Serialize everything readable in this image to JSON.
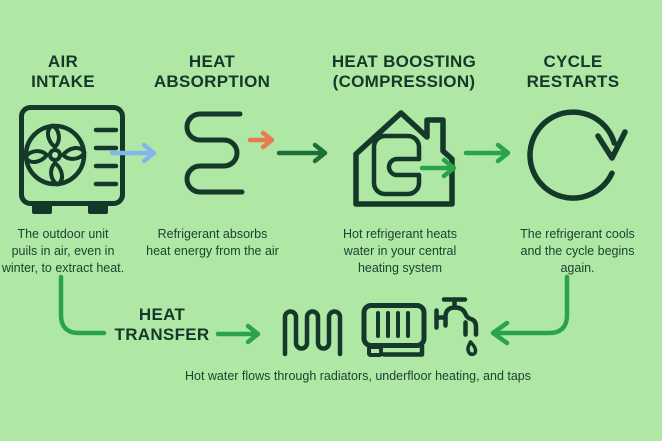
{
  "colors": {
    "bg": "#afe8a5",
    "ink": "#14392a",
    "text": "#1a4330",
    "arrow-blue": "#84b6ee",
    "arrow-orange": "#e87a50",
    "arrow-green": "#2ba34b",
    "arrow-green-dark": "#1d6f38"
  },
  "stages": [
    {
      "title": "AIR\nINTAKE",
      "description": "The outdoor unit\npuils in air, even in\nwinter, to extract heat.",
      "icon": "outdoor-unit-icon"
    },
    {
      "title": "HEAT\nABSORPTION",
      "description": "Refrigerant absorbs\nheat energy from the air",
      "icon": "refrigerant-coil-icon"
    },
    {
      "title": "HEAT BOOSTING\n(COMPRESSION)",
      "description": "Hot refrigerant heats\nwater in your central\nheating system",
      "icon": "house-heating-coil-icon"
    },
    {
      "title": "CYCLE\nRESTARTS",
      "description": "The refrigerant cools\nand the cycle begins\nagain.",
      "icon": "cycle-restart-icon"
    }
  ],
  "heat_transfer": {
    "title": "HEAT\nTRANSFER",
    "caption": "Hot water flows through radiators, underfloor heating, and taps",
    "icons": [
      "underfloor-coil-icon",
      "radiator-icon",
      "tap-icon"
    ]
  }
}
